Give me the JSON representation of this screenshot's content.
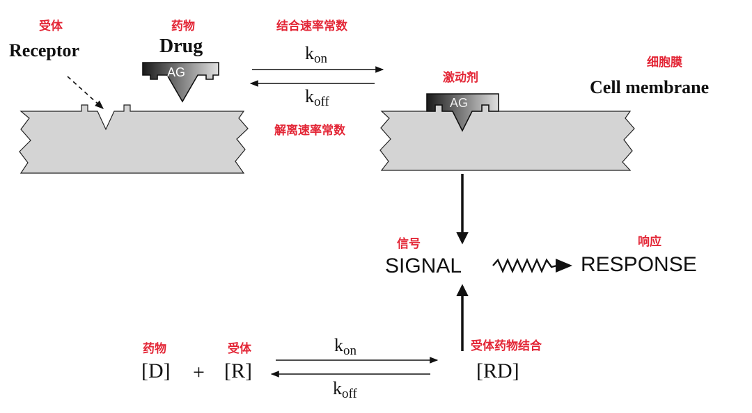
{
  "labels": {
    "receptor_cn": "受体",
    "receptor_en": "Receptor",
    "drug_cn": "药物",
    "drug_en": "Drug",
    "drug_block_text": "AG",
    "bound_block_text": "AG",
    "kon_cn": "结合速率常数",
    "koff_cn": "解离速率常数",
    "k_letter": "k",
    "on_sub": "on",
    "off_sub": "off",
    "agonist_cn": "激动剂",
    "membrane_cn": "细胞膜",
    "membrane_en": "Cell membrane",
    "signal_cn": "信号",
    "signal_en": "SIGNAL",
    "response_cn": "响应",
    "response_en": "RESPONSE"
  },
  "equation": {
    "drug_cn": "药物",
    "receptor_cn": "受体",
    "d": "[D]",
    "plus": "+",
    "r": "[R]",
    "rd": "[RD]",
    "rd_cn": "受体药物结合",
    "k_letter": "k",
    "on_sub": "on",
    "off_sub": "off"
  },
  "colors": {
    "annotation_red": "#e32636",
    "membrane_fill": "#d4d4d4",
    "ink": "#111111"
  }
}
